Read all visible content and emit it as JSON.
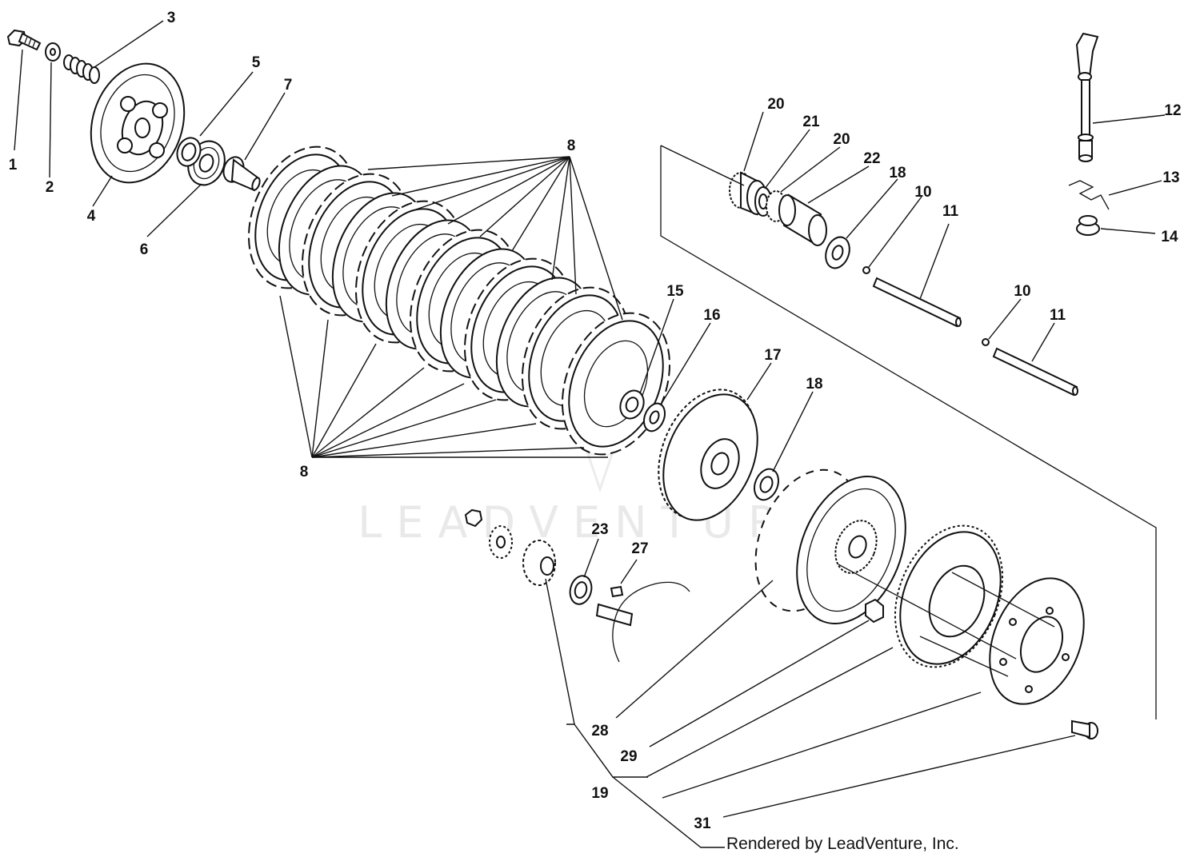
{
  "watermark": "LEADVENTURE",
  "footer_credit": "Rendered by LeadVenture, Inc.",
  "callouts": {
    "c1": "1",
    "c2": "2",
    "c3": "3",
    "c4": "4",
    "c5": "5",
    "c6": "6",
    "c7": "7",
    "c8a": "8",
    "c8b": "8",
    "c10a": "10",
    "c10b": "10",
    "c11a": "11",
    "c11b": "11",
    "c12": "12",
    "c13": "13",
    "c14": "14",
    "c15": "15",
    "c16": "16",
    "c17": "17",
    "c18a": "18",
    "c18b": "18",
    "c19": "19",
    "c20a": "20",
    "c20b": "20",
    "c21": "21",
    "c22": "22",
    "c23": "23",
    "c27": "27",
    "c28": "28",
    "c29": "29",
    "c31": "31"
  }
}
